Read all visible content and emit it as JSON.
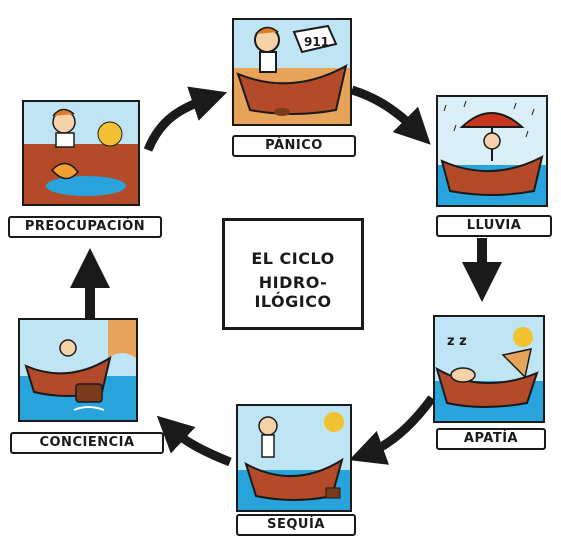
{
  "title": {
    "line1": "EL CICLO",
    "line2": "HIDRO-ILÓGICO"
  },
  "stages": [
    {
      "label": "PÁNICO",
      "icon": "panic-boat-phone-icon"
    },
    {
      "label": "LLUVIA",
      "icon": "rain-umbrella-boat-icon"
    },
    {
      "label": "APATÍA",
      "icon": "sleeping-boat-icon"
    },
    {
      "label": "SEQUÍA",
      "icon": "dry-boat-icon"
    },
    {
      "label": "CONCIENCIA",
      "icon": "sinking-boat-icon"
    },
    {
      "label": "PREOCUPACIÓN",
      "icon": "worried-dry-lake-icon"
    }
  ],
  "callouts": {
    "phone_text": "911"
  },
  "colors": {
    "water": "#29a3dc",
    "sand": "#e8a35a",
    "mud": "#b34a2a",
    "sky": "#bfe4f4",
    "ink": "#1a1a1a"
  }
}
